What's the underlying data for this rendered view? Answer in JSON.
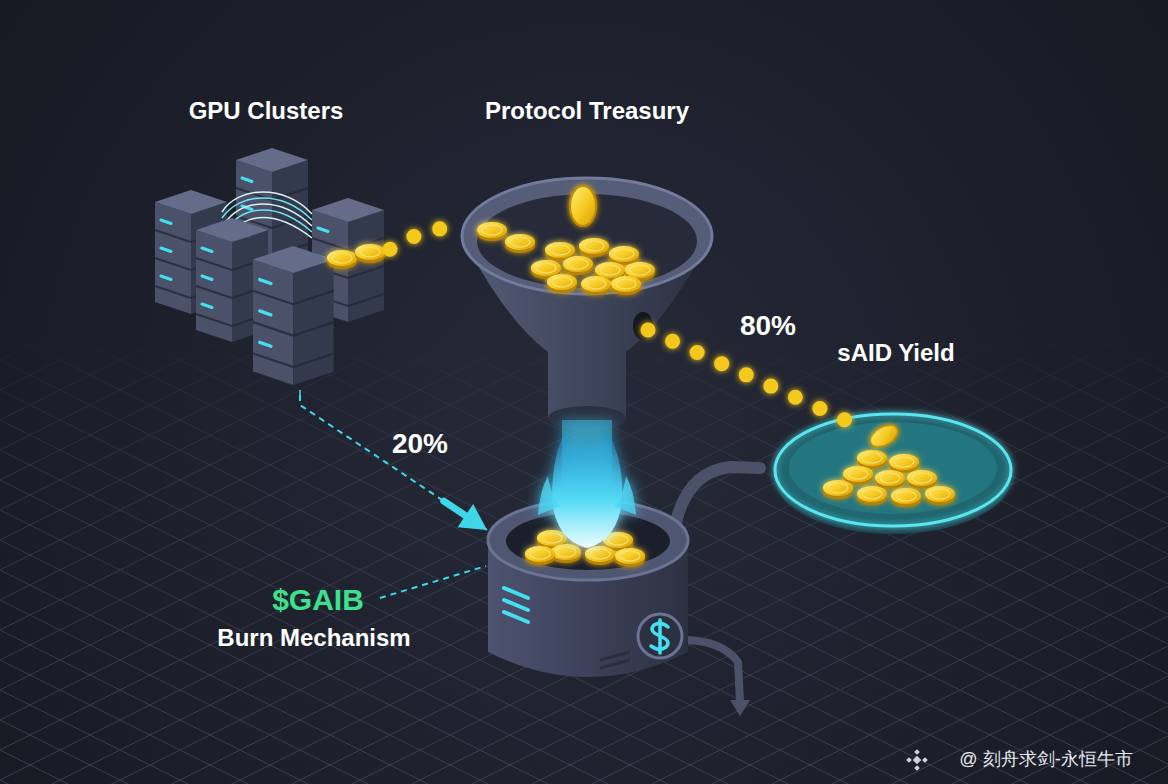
{
  "diagram": {
    "nodes": [
      {
        "text": [
          "GPU Clusters"
        ]
      },
      {
        "text": [
          "Protocol Treasury"
        ]
      },
      {
        "text": [
          "sAID Yield"
        ]
      },
      {
        "text": [
          "$GAIB",
          "Burn Mechanism"
        ]
      }
    ],
    "edges": [
      {
        "from": 0,
        "to": 1,
        "arrow": "none"
      },
      {
        "from": 1,
        "to": 2,
        "label": "80%",
        "arrow": "none"
      },
      {
        "from": 0,
        "to": 3,
        "label": "20%",
        "arrow": "to"
      }
    ],
    "labels": [
      "@ 刻舟求剑-永恒牛市"
    ]
  }
}
